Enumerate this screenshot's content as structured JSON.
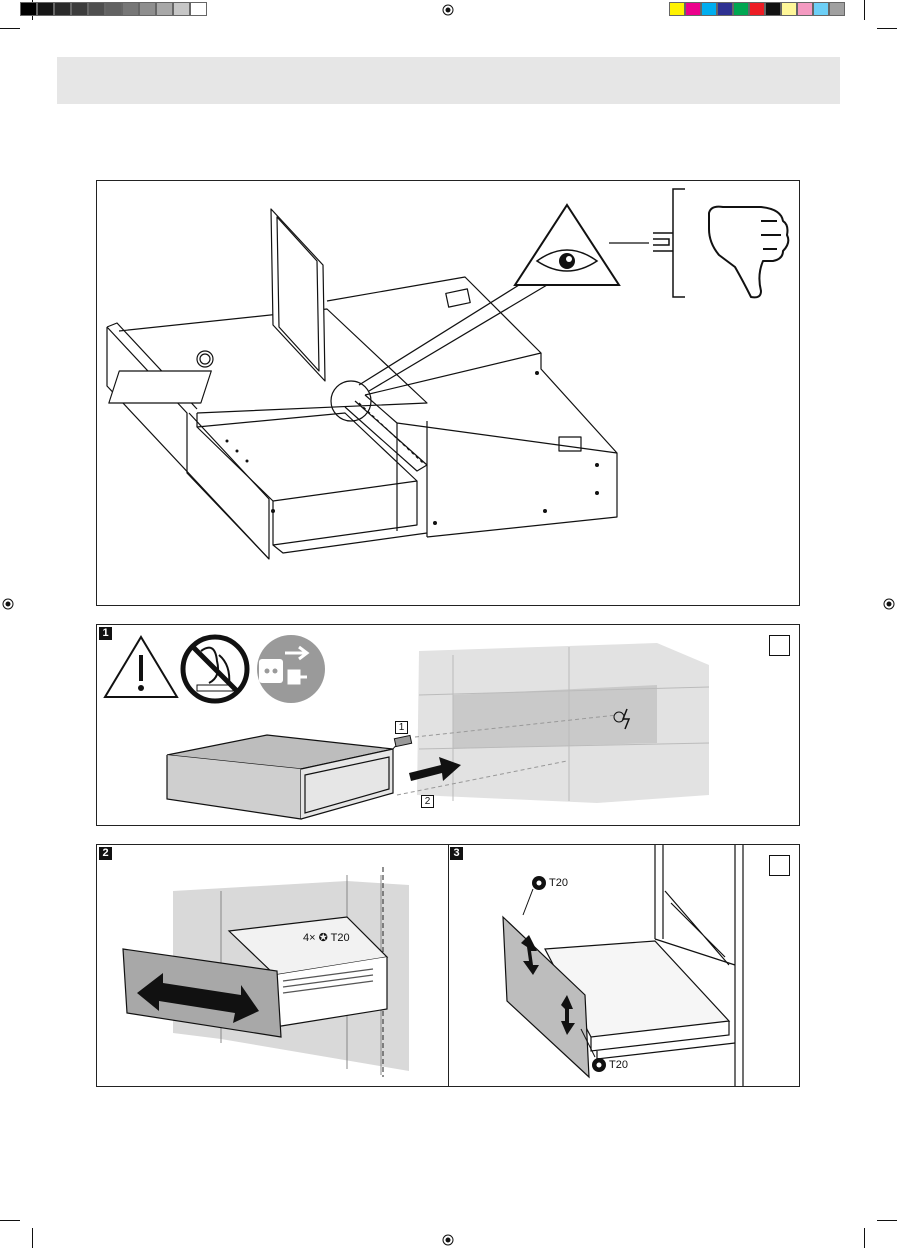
{
  "color_bar": {
    "grays": [
      "#000000",
      "#151515",
      "#2a2a2a",
      "#3c3c3c",
      "#4f4f4f",
      "#626262",
      "#777777",
      "#8e8e8e",
      "#a8a8a8",
      "#c6c6c6",
      "#ffffff"
    ],
    "process": [
      "#fff200",
      "#ec008c",
      "#00aeef",
      "#2e3192",
      "#00a651",
      "#ed1c24",
      "#111111",
      "#fff799",
      "#f49ac1",
      "#6dcff6",
      "#a0a0a0"
    ]
  },
  "step1": {
    "number": "1",
    "callout_1": "1",
    "callout_2": "2"
  },
  "step2": {
    "number": "2",
    "screw_label": "4× ✪ T20"
  },
  "step3": {
    "number": "3",
    "screw_top": "T20",
    "screw_bottom": "T20"
  },
  "colors": {
    "rule": "#111111",
    "header_band": "#e6e6e6",
    "wall_gray": "#d9d9d9",
    "panel_gray": "#bdbdbd"
  }
}
